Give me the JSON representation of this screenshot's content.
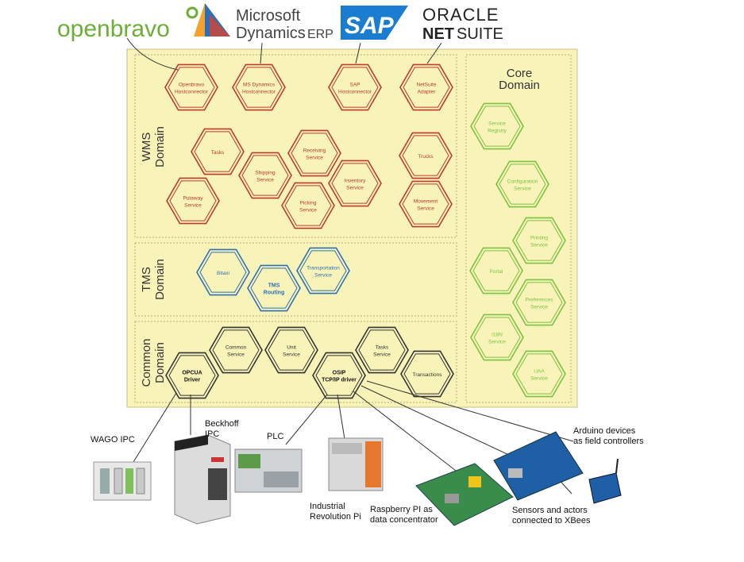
{
  "logos": {
    "openbravo": "openbravo",
    "ms_line1": "Microsoft",
    "ms_line2": "Dynamics",
    "ms_erp": "ERP",
    "sap": "SAP",
    "oracle": "ORACLE",
    "netsuite_a": "NET",
    "netsuite_b": "SUITE"
  },
  "domains": {
    "wms": [
      "WMS",
      "Domain"
    ],
    "tms": [
      "TMS",
      "Domain"
    ],
    "common": [
      "Common",
      "Domain"
    ],
    "core": [
      "Core",
      "Domain"
    ]
  },
  "colors": {
    "wms": "#c0392b",
    "tms": "#2f6fb7",
    "common": "#333333",
    "core": "#7cc243",
    "panel_fill": "#f8f3b9",
    "panel_border": "#c8c08a"
  },
  "services": {
    "wms": [
      {
        "id": "openbravo-hostconnector",
        "lines": [
          "Openbravo",
          "Hostconnector"
        ]
      },
      {
        "id": "ms-dynamics-hostconnector",
        "lines": [
          "MS Dynamics",
          "Hostconnector"
        ]
      },
      {
        "id": "sap-hostconnector",
        "lines": [
          "SAP",
          "Hostconnector"
        ]
      },
      {
        "id": "netsuite-adapter",
        "lines": [
          "NetSuite",
          "Adapter"
        ]
      },
      {
        "id": "tasks",
        "lines": [
          "Tasks"
        ]
      },
      {
        "id": "receiving-service",
        "lines": [
          "Receiving",
          "Service"
        ]
      },
      {
        "id": "shipping-service",
        "lines": [
          "Shipping",
          "Service"
        ]
      },
      {
        "id": "inventory-service",
        "lines": [
          "Inventory",
          "Service"
        ]
      },
      {
        "id": "putaway-service",
        "lines": [
          "Putaway",
          "Service"
        ]
      },
      {
        "id": "picking-service",
        "lines": [
          "Picking",
          "Service"
        ]
      },
      {
        "id": "trucks",
        "lines": [
          "Trucks"
        ]
      },
      {
        "id": "movement-service",
        "lines": [
          "Movement",
          "Service"
        ]
      }
    ],
    "tms": [
      {
        "id": "bitaxi",
        "lines": [
          "Bitaxi"
        ]
      },
      {
        "id": "tms-routing",
        "lines": [
          "TMS",
          "Routing"
        ]
      },
      {
        "id": "transportation-service",
        "lines": [
          "Transportation",
          "Service"
        ]
      }
    ],
    "common": [
      {
        "id": "common-service",
        "lines": [
          "Common",
          "Service"
        ]
      },
      {
        "id": "unit-service",
        "lines": [
          "Unit",
          "Service"
        ]
      },
      {
        "id": "tasks-service",
        "lines": [
          "Tasks",
          "Service"
        ]
      },
      {
        "id": "transactions",
        "lines": [
          "Transactions"
        ]
      },
      {
        "id": "opcua-driver",
        "lines": [
          "OPCUA",
          "Driver"
        ]
      },
      {
        "id": "osip-driver",
        "lines": [
          "OSIP",
          "TCP/IP driver"
        ]
      }
    ],
    "core": [
      {
        "id": "service-registry",
        "lines": [
          "Service",
          "Registry"
        ]
      },
      {
        "id": "configuration-service",
        "lines": [
          "Configuration",
          "Service"
        ]
      },
      {
        "id": "printing-service",
        "lines": [
          "Printing",
          "Service"
        ]
      },
      {
        "id": "portal",
        "lines": [
          "Portal"
        ]
      },
      {
        "id": "preferences-service",
        "lines": [
          "Preferences",
          "Service"
        ]
      },
      {
        "id": "i18n-service",
        "lines": [
          "I18N",
          "Service"
        ]
      },
      {
        "id": "uaa-service",
        "lines": [
          "UAA",
          "Service"
        ]
      }
    ]
  },
  "devices": [
    {
      "id": "wago-ipc",
      "lines": [
        "WAGO IPC"
      ]
    },
    {
      "id": "beckhoff-ipc",
      "lines": [
        "Beckhoff",
        "IPC"
      ]
    },
    {
      "id": "plc",
      "lines": [
        "PLC"
      ]
    },
    {
      "id": "industrial-revolution-pi",
      "lines": [
        "Industrial",
        "Revolution Pi"
      ]
    },
    {
      "id": "raspberry-pi",
      "lines": [
        "Raspberry PI as",
        "data concentrator"
      ]
    },
    {
      "id": "arduino-devices",
      "lines": [
        "Arduino devices",
        "as field controllers"
      ]
    },
    {
      "id": "sensors-xbees",
      "lines": [
        "Sensors and actors",
        "connected to XBees"
      ]
    }
  ]
}
